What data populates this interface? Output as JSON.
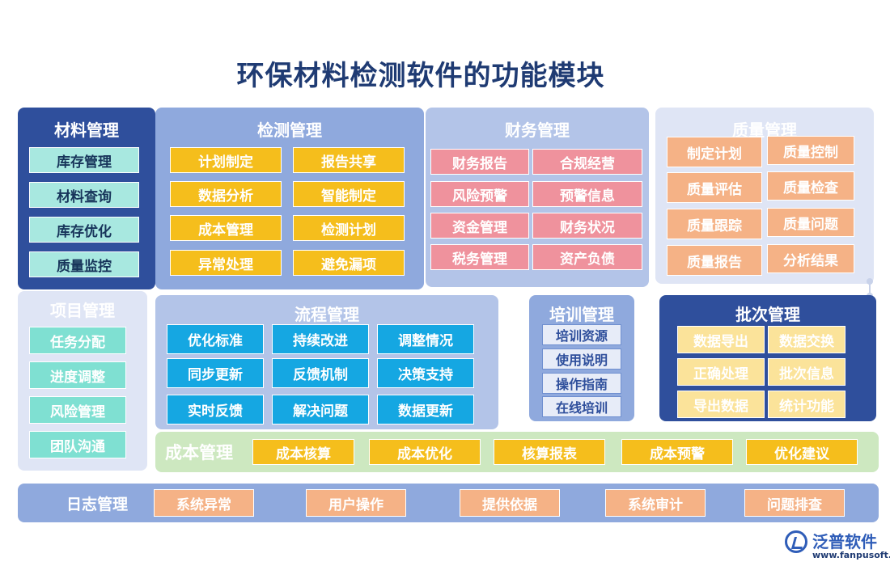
{
  "title": "环保材料检测软件的功能模块",
  "material": {
    "title": "材料管理",
    "items": [
      "库存管理",
      "材料查询",
      "库存优化",
      "质量监控"
    ]
  },
  "detect": {
    "title": "检测管理",
    "items": [
      "计划制定",
      "报告共享",
      "数据分析",
      "智能制定",
      "成本管理",
      "检测计划",
      "异常处理",
      "避免漏项"
    ]
  },
  "finance": {
    "title": "财务管理",
    "items": [
      "财务报告",
      "合规经营",
      "风险预警",
      "预警信息",
      "资金管理",
      "财务状况",
      "税务管理",
      "资产负债"
    ]
  },
  "quality": {
    "title": "质量管理",
    "items": [
      "制定计划",
      "质量控制",
      "质量评估",
      "质量检查",
      "质量跟踪",
      "质量问题",
      "质量报告",
      "分析结果"
    ]
  },
  "project": {
    "title": "项目管理",
    "items": [
      "任务分配",
      "进度调整",
      "风险管理",
      "团队沟通"
    ]
  },
  "process": {
    "title": "流程管理",
    "items": [
      "优化标准",
      "持续改进",
      "调整情况",
      "同步更新",
      "反馈机制",
      "决策支持",
      "实时反馈",
      "解决问题",
      "数据更新"
    ]
  },
  "train": {
    "title": "培训管理",
    "items": [
      "培训资源",
      "使用说明",
      "操作指南",
      "在线培训"
    ]
  },
  "batch": {
    "title": "批次管理",
    "items": [
      "数据导出",
      "数据交换",
      "正确处理",
      "批次信息",
      "导出数据",
      "统计功能"
    ]
  },
  "cost": {
    "title": "成本管理",
    "items": [
      "成本核算",
      "成本优化",
      "核算报表",
      "成本预警",
      "优化建议"
    ]
  },
  "log": {
    "title": "日志管理",
    "items": [
      "系统异常",
      "用户操作",
      "提供依据",
      "系统审计",
      "问题排查"
    ]
  },
  "logo": {
    "name": "泛普软件",
    "url": "www.fanpusoft.com"
  }
}
